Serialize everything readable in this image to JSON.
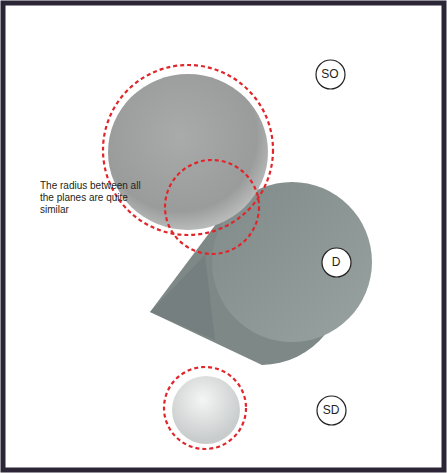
{
  "diagram": {
    "nodes": [
      {
        "text": [
          "SO"
        ]
      },
      {
        "text": [
          "D"
        ]
      },
      {
        "text": [
          "SD"
        ]
      }
    ],
    "labels": [
      "The radius between all the planes are quite similar"
    ]
  }
}
